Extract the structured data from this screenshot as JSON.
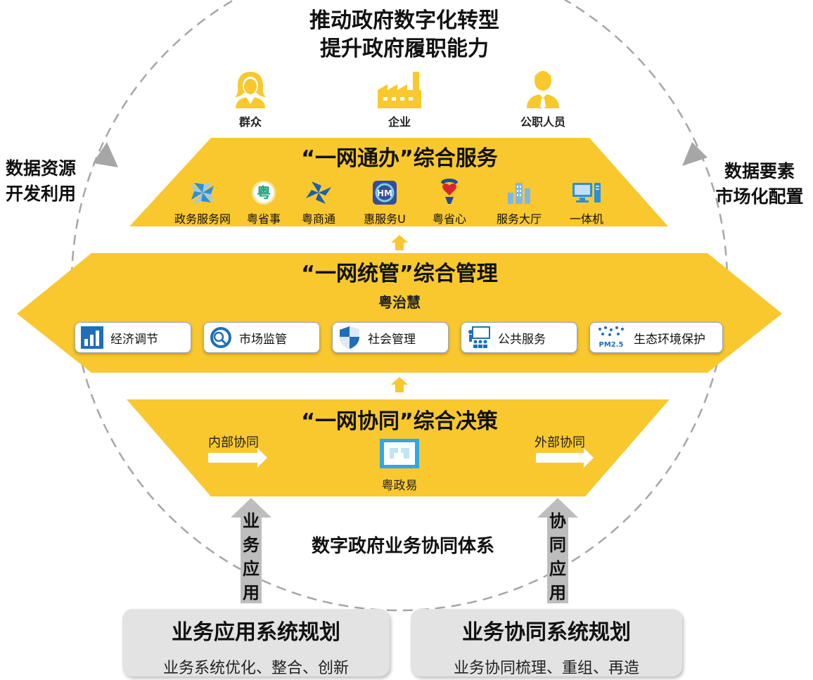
{
  "title": {
    "line1": "推动政府数字化转型",
    "line2": "提升政府履职能力"
  },
  "left_label": {
    "line1": "数据资源",
    "line2": "开发利用"
  },
  "right_label": {
    "line1": "数据要素",
    "line2": "市场化配置"
  },
  "users": [
    {
      "label": "群众",
      "icon": "woman-user-icon"
    },
    {
      "label": "企业",
      "icon": "factory-icon"
    },
    {
      "label": "公职人员",
      "icon": "official-user-icon"
    }
  ],
  "service": {
    "title": "“一网通办”综合服务",
    "apps": [
      {
        "label": "政务服务网",
        "icon": "pinwheel-icon"
      },
      {
        "label": "粤省事",
        "icon": "yue-logo-icon"
      },
      {
        "label": "粤商通",
        "icon": "pinwheel-icon"
      },
      {
        "label": "惠服务U",
        "icon": "hui-logo-icon"
      },
      {
        "label": "粤省心",
        "icon": "phone-heart-icon"
      },
      {
        "label": "服务大厅",
        "icon": "building-icon"
      },
      {
        "label": "一体机",
        "icon": "computer-icon"
      }
    ]
  },
  "management": {
    "title": "“一网统管”综合管理",
    "subtitle": "粤治慧",
    "cards": [
      {
        "label": "经济调节",
        "icon": "bar-chart-icon"
      },
      {
        "label": "市场监管",
        "icon": "market-monitor-icon"
      },
      {
        "label": "社会管理",
        "icon": "shield-icon"
      },
      {
        "label": "公共服务",
        "icon": "presentation-icon"
      },
      {
        "label": "生态环境保护",
        "icon": "pm25-icon",
        "icon_text": "PM2.5"
      }
    ]
  },
  "decision": {
    "title": "“一网协同”综合决策",
    "internal": "内部协同",
    "external": "外部协同",
    "app": "粤政易"
  },
  "system_label": "数字政府业务协同体系",
  "left_arrow_text": [
    "业",
    "务",
    "应",
    "用"
  ],
  "right_arrow_text": [
    "协",
    "同",
    "应",
    "用"
  ],
  "plans": [
    {
      "title": "业务应用系统规划",
      "subtitle": "业务系统优化、整合、创新"
    },
    {
      "title": "业务协同系统规划",
      "subtitle": "业务协同梳理、重组、再造"
    }
  ],
  "colors": {
    "yellow": "#f8c82e",
    "gray": "#dedede",
    "dashed": "#a6a6a6",
    "arrow_gray": "#bdbdbd",
    "blue": "#2e8fd9"
  }
}
